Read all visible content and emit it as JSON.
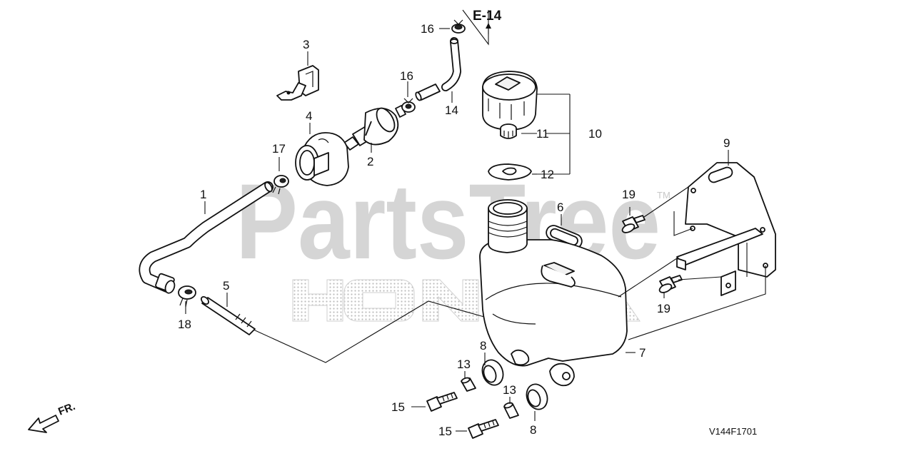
{
  "diagram": {
    "callouts": {
      "c1": "1",
      "c2": "2",
      "c3": "3",
      "c4": "4",
      "c5": "5",
      "c6": "6",
      "c7": "7",
      "c8a": "8",
      "c8b": "8",
      "c9": "9",
      "c10": "10",
      "c11": "11",
      "c12": "12",
      "c13a": "13",
      "c13b": "13",
      "c14": "14",
      "c15a": "15",
      "c15b": "15",
      "c16a": "16",
      "c16b": "16",
      "c17": "17",
      "c18": "18",
      "c19a": "19",
      "c19b": "19"
    },
    "ref_label": "E-14",
    "direction_label": "FR.",
    "diagram_code": "V144F1701",
    "watermark": {
      "brand": "PartsTree",
      "trademark": "TM",
      "maker_logo": "HONDA"
    }
  }
}
